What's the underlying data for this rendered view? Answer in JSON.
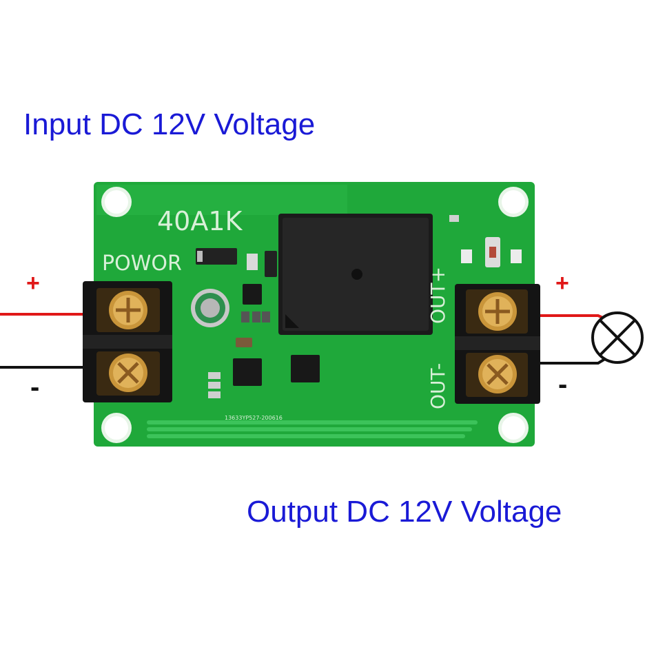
{
  "captions": {
    "input": "Input DC 12V Voltage",
    "output": "Output DC 12V Voltage"
  },
  "board": {
    "model_label": "40A1K",
    "power_label": "POWOR",
    "out_plus_label": "OUT+",
    "out_minus_label": "OUT-",
    "pcb_code": "13633YP527-200616"
  },
  "signs": {
    "input_plus": "+",
    "input_minus": "-",
    "output_plus": "+",
    "output_minus": "-"
  },
  "colors": {
    "caption": "#1a1ad6",
    "pcb": "#1fa83a",
    "positive_wire": "#e01818",
    "negative_wire": "#111111"
  },
  "icons": {
    "load": "lamp-symbol-icon"
  }
}
